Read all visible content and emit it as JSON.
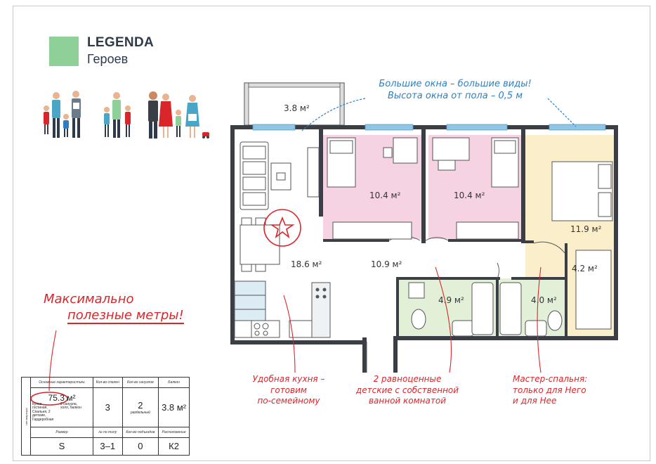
{
  "brand": {
    "title": "LEGENDA",
    "subtitle": "Героев",
    "accent": "#8fcf98"
  },
  "rooms": {
    "balcony": "3.8 м²",
    "kids1": "10.4 м²",
    "kids2": "10.4 м²",
    "master": "11.9 м²",
    "wardrobe": "4.2 м²",
    "living": "18.6 м²",
    "hall": "10.9 м²",
    "bath1": "4.9 м²",
    "bath2": "4.0 м²"
  },
  "annotations": {
    "windows_line1": "Большие окна – большие виды!",
    "windows_line2": "Высота окна от пола – 0,5 м",
    "useful_line1": "Максимально",
    "useful_line2": "полезные метры!",
    "kitchen_line1": "Удобная кухня –",
    "kitchen_line2": "готовим",
    "kitchen_line3": "по-семейному",
    "kids_line1": "2 равноценные",
    "kids_line2": "детские с собственной",
    "kids_line3": "ванной комнатой",
    "master_line1": "Мастер-спальня:",
    "master_line2": "только для Него",
    "master_line3": "и для Нее"
  },
  "table": {
    "side_label": "тип квартиры",
    "h1": "Основные характеристики",
    "h2": "Кол-во спален",
    "h3": "Кол-во санузлов",
    "h4": "Балкон",
    "v1": "75.3 м²",
    "v1_note": "Кухня-гостиная, Спальня, 2 детские, Гардеробная",
    "v1_note2": "2 санузла, холл, балкон",
    "v2": "3",
    "v3": "2",
    "v3_note": "раздельный",
    "v4": "3.8 м²",
    "h5": "Размер",
    "h6": "№ по типу",
    "h7": "Кол-во подъездов",
    "h8": "Расположение",
    "v5": "S",
    "v6": "3–1",
    "v7": "0",
    "v8": "К2"
  },
  "colors": {
    "kids": "#f6d3e2",
    "master": "#fbeecb",
    "bath": "#e2f0d8",
    "window": "#8fc6e6",
    "wall": "#3b3f45",
    "red": "#d9262b",
    "blue": "#2f7fbf"
  }
}
